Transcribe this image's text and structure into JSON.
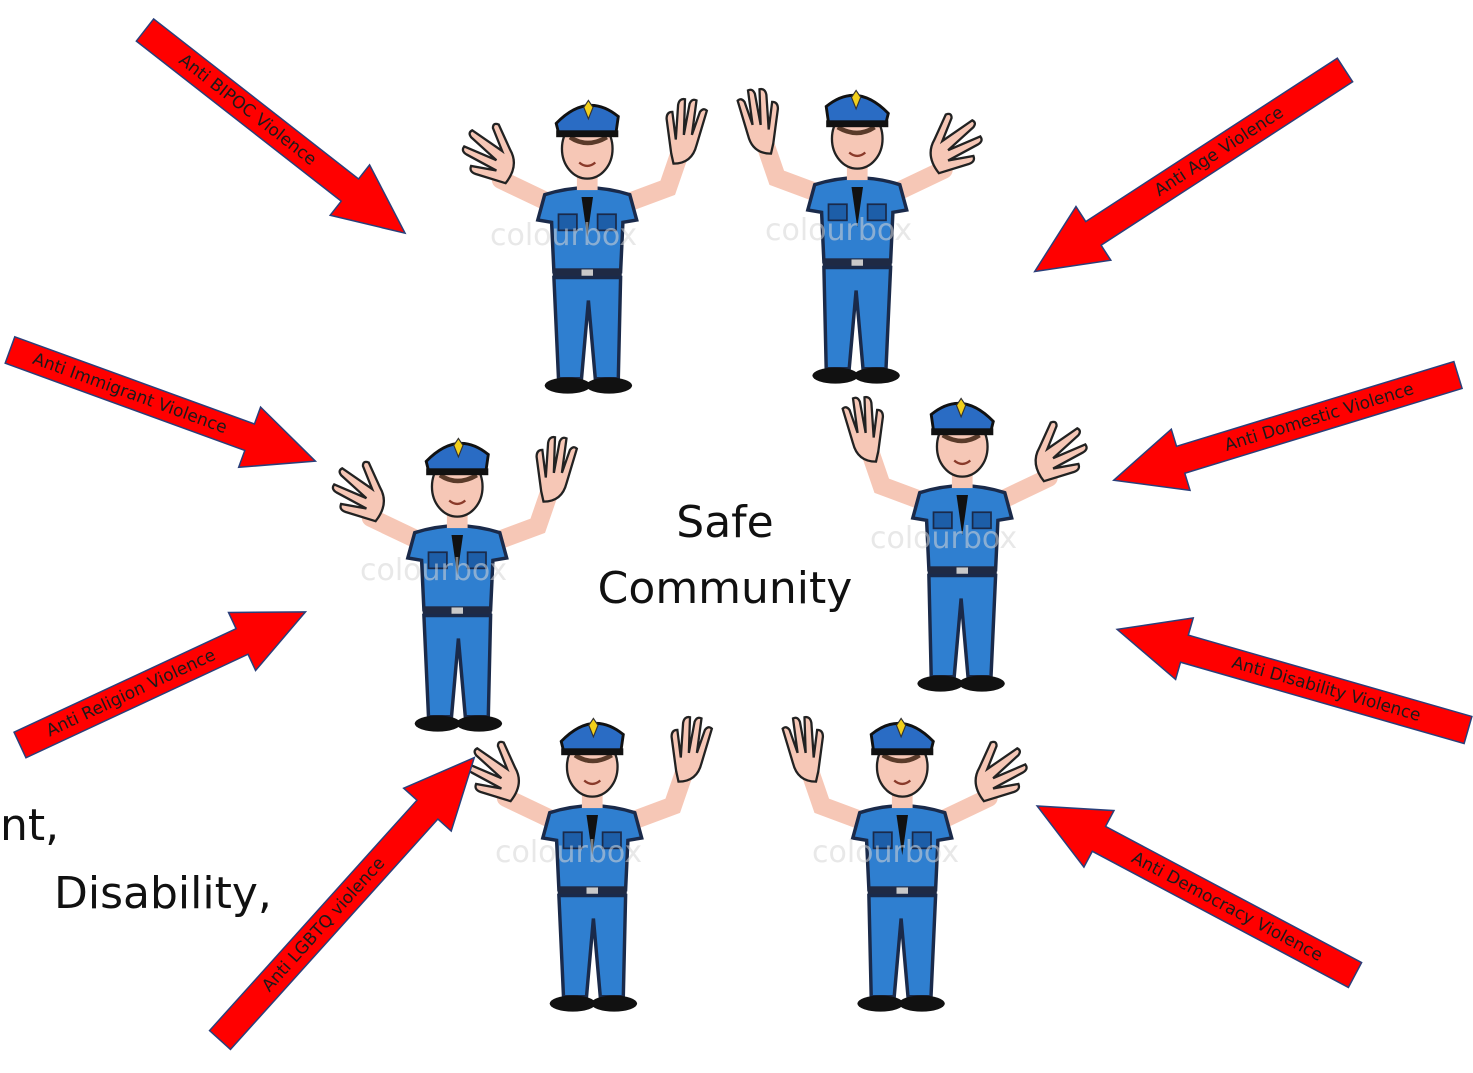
{
  "center": {
    "line1": "Safe",
    "line2": "Community"
  },
  "cropped_text": {
    "line1": "nt,",
    "line2": "Disability,"
  },
  "arrows": [
    {
      "label": "Anti BIPOC Violence",
      "icon": "arrow-right-down"
    },
    {
      "label": "Anti Age Violence",
      "icon": "arrow-left-down"
    },
    {
      "label": "Anti  Immigrant Violence",
      "icon": "arrow-right-down"
    },
    {
      "label": "Anti Domestic Violence",
      "icon": "arrow-left"
    },
    {
      "label": "Anti Religion  Violence",
      "icon": "arrow-right-up"
    },
    {
      "label": "Anti Disability Violence",
      "icon": "arrow-left"
    },
    {
      "label": "Anti LGBTQ violence",
      "icon": "arrow-right-up"
    },
    {
      "label": "Anti Democracy Violence",
      "icon": "arrow-left-up"
    }
  ],
  "watermark": "colourbox",
  "colors": {
    "arrow_fill": "#ff0000",
    "arrow_stroke": "#2a3f7a",
    "uniform": "#2f7fd0",
    "uniform_dark": "#1d5ea8",
    "skin": "#f6c7b6",
    "cap": "#2a6cc4",
    "badge": "#f2d01b"
  }
}
